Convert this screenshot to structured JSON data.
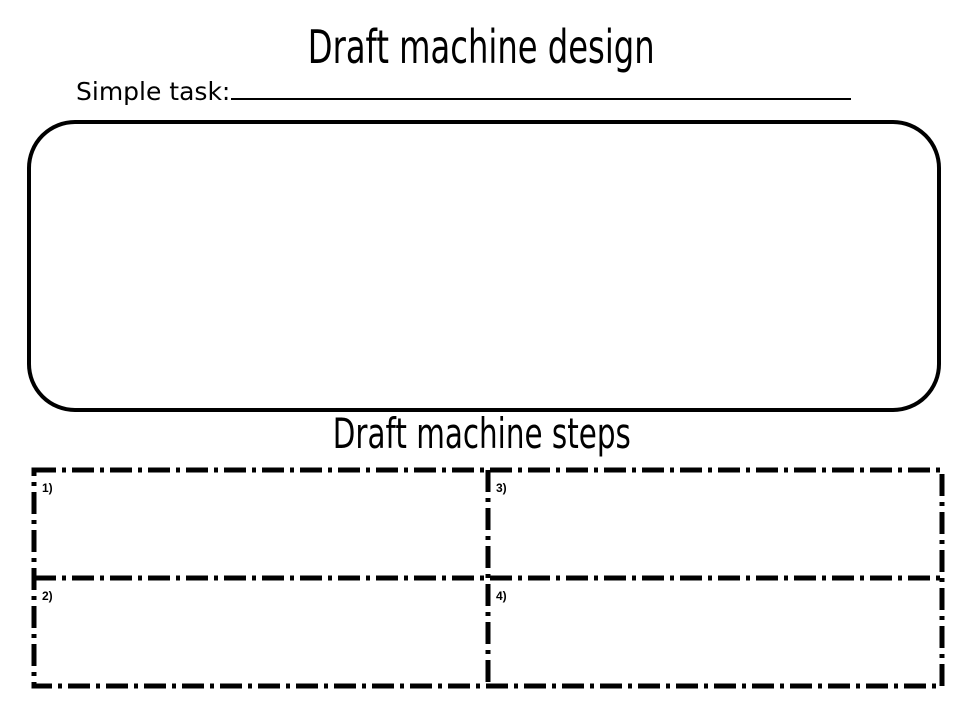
{
  "page": {
    "title": "Draft machine design",
    "task_label": "Simple task:",
    "steps_title": "Draft machine steps"
  },
  "steps": [
    {
      "label": "1)"
    },
    {
      "label": "2)"
    },
    {
      "label": "3)"
    },
    {
      "label": "4)"
    }
  ]
}
